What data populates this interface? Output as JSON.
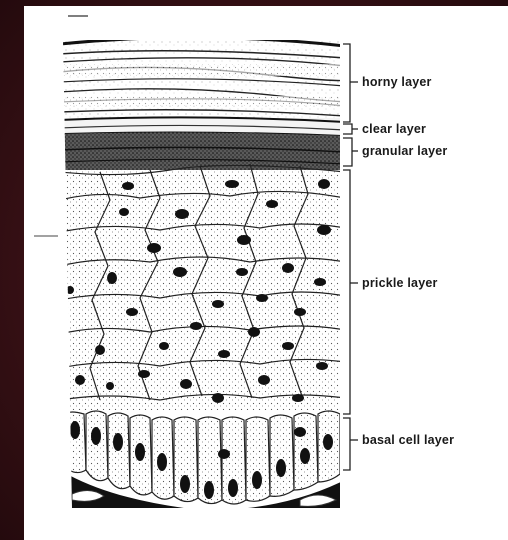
{
  "layers": [
    {
      "id": "horny",
      "label": "horny layer"
    },
    {
      "id": "clear",
      "label": "clear layer"
    },
    {
      "id": "granular",
      "label": "granular layer"
    },
    {
      "id": "prickle",
      "label": "prickle layer"
    },
    {
      "id": "basal",
      "label": "basal cell layer"
    }
  ],
  "colors": {
    "background": "#3a1116",
    "paper": "#ffffff",
    "ink": "#1a1a1a"
  }
}
